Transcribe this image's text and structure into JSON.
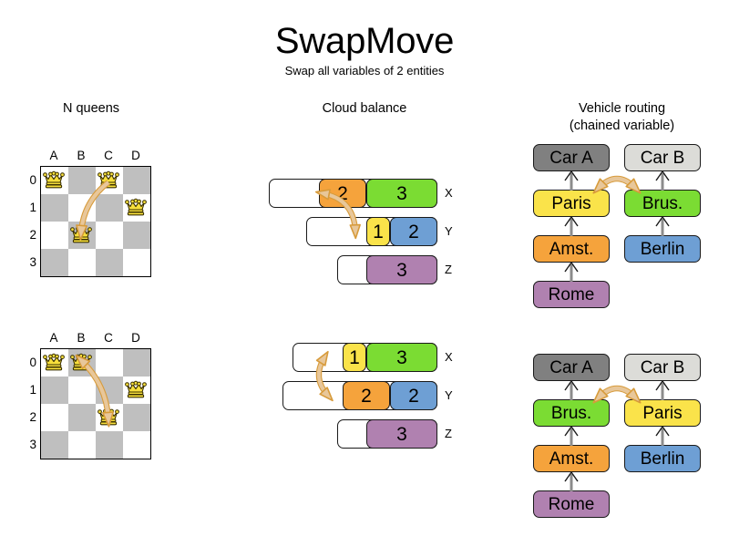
{
  "title": "SwapMove",
  "subtitle": "Swap all variables of 2 entities",
  "columns": {
    "nqueens": {
      "heading": "N queens"
    },
    "cloud": {
      "heading": "Cloud balance"
    },
    "vrp": {
      "heading_line1": "Vehicle routing",
      "heading_line2": "(chained variable)"
    }
  },
  "colors": {
    "orange": "#F5A33C",
    "green": "#7BDC33",
    "yellow": "#FAE34A",
    "blue": "#6E9FD4",
    "purple": "#B081B0",
    "gray_dark": "#808080",
    "gray_light": "#DCDCD8",
    "board_dark": "#BFBFBF",
    "board_light": "#FFFFFF",
    "queen": "#F7DF3C",
    "arrow_light": "#E8C79A",
    "arrow_dark": "#D79B3B",
    "outline": "#1A1A1A"
  },
  "nqueens": {
    "files": [
      "A",
      "B",
      "C",
      "D"
    ],
    "ranks": [
      "0",
      "1",
      "2",
      "3"
    ],
    "before": {
      "queens": [
        {
          "file": "A",
          "rank": "0"
        },
        {
          "file": "C",
          "rank": "0"
        },
        {
          "file": "D",
          "rank": "1"
        },
        {
          "file": "B",
          "rank": "2"
        }
      ],
      "move_from": "C0",
      "move_to": "B2"
    },
    "after": {
      "queens": [
        {
          "file": "A",
          "rank": "0"
        },
        {
          "file": "B",
          "rank": "0"
        },
        {
          "file": "D",
          "rank": "1"
        },
        {
          "file": "C",
          "rank": "2"
        }
      ],
      "swap_a": "B0",
      "swap_b": "C2"
    }
  },
  "cloud_balance": {
    "before": {
      "rows": [
        {
          "name": "X",
          "segments": [
            {
              "label": "2",
              "color": "orange"
            },
            {
              "label": "3",
              "color": "green"
            }
          ]
        },
        {
          "name": "Y",
          "segments": [
            {
              "label": "1",
              "color": "yellow"
            },
            {
              "label": "2",
              "color": "blue"
            }
          ]
        },
        {
          "name": "Z",
          "segments": [
            {
              "label": "3",
              "color": "purple"
            }
          ]
        }
      ]
    },
    "after": {
      "rows": [
        {
          "name": "X",
          "segments": [
            {
              "label": "1",
              "color": "yellow"
            },
            {
              "label": "3",
              "color": "green"
            }
          ]
        },
        {
          "name": "Y",
          "segments": [
            {
              "label": "2",
              "color": "orange"
            },
            {
              "label": "2",
              "color": "blue"
            }
          ]
        },
        {
          "name": "Z",
          "segments": [
            {
              "label": "3",
              "color": "purple"
            }
          ]
        }
      ]
    }
  },
  "vehicle_routing": {
    "before": {
      "chain_a": [
        {
          "label": "Car A",
          "color": "gray_dark"
        },
        {
          "label": "Paris",
          "color": "yellow"
        },
        {
          "label": "Amst.",
          "color": "orange"
        },
        {
          "label": "Rome",
          "color": "purple"
        }
      ],
      "chain_b": [
        {
          "label": "Car B",
          "color": "gray_light"
        },
        {
          "label": "Brus.",
          "color": "green"
        },
        {
          "label": "Berlin",
          "color": "blue"
        }
      ]
    },
    "after": {
      "chain_a": [
        {
          "label": "Car A",
          "color": "gray_dark"
        },
        {
          "label": "Brus.",
          "color": "green"
        },
        {
          "label": "Amst.",
          "color": "orange"
        },
        {
          "label": "Rome",
          "color": "purple"
        }
      ],
      "chain_b": [
        {
          "label": "Car B",
          "color": "gray_light"
        },
        {
          "label": "Paris",
          "color": "yellow"
        },
        {
          "label": "Berlin",
          "color": "blue"
        }
      ]
    }
  }
}
